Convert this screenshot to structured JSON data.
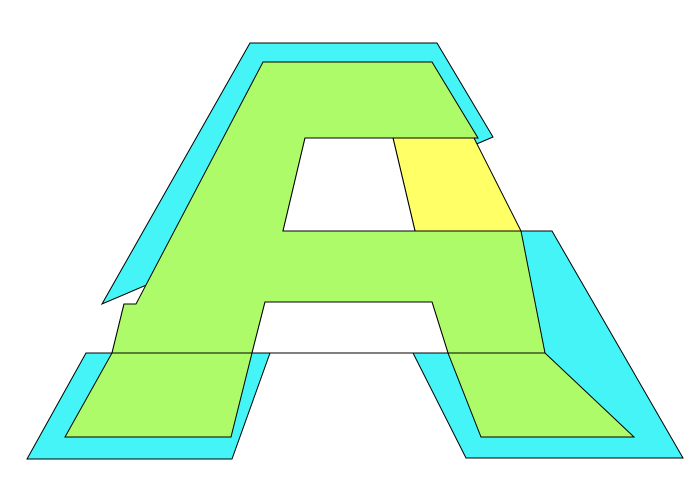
{
  "diagram": {
    "layers": [
      {
        "role": "cyan-shape",
        "fill": "#45F4F7"
      },
      {
        "role": "yellow-shape",
        "fill": "#FFFF66"
      },
      {
        "role": "green-overlap",
        "fill": "#AEFB6A"
      }
    ],
    "background": "#FFFFFF",
    "stroke": "#000000"
  }
}
